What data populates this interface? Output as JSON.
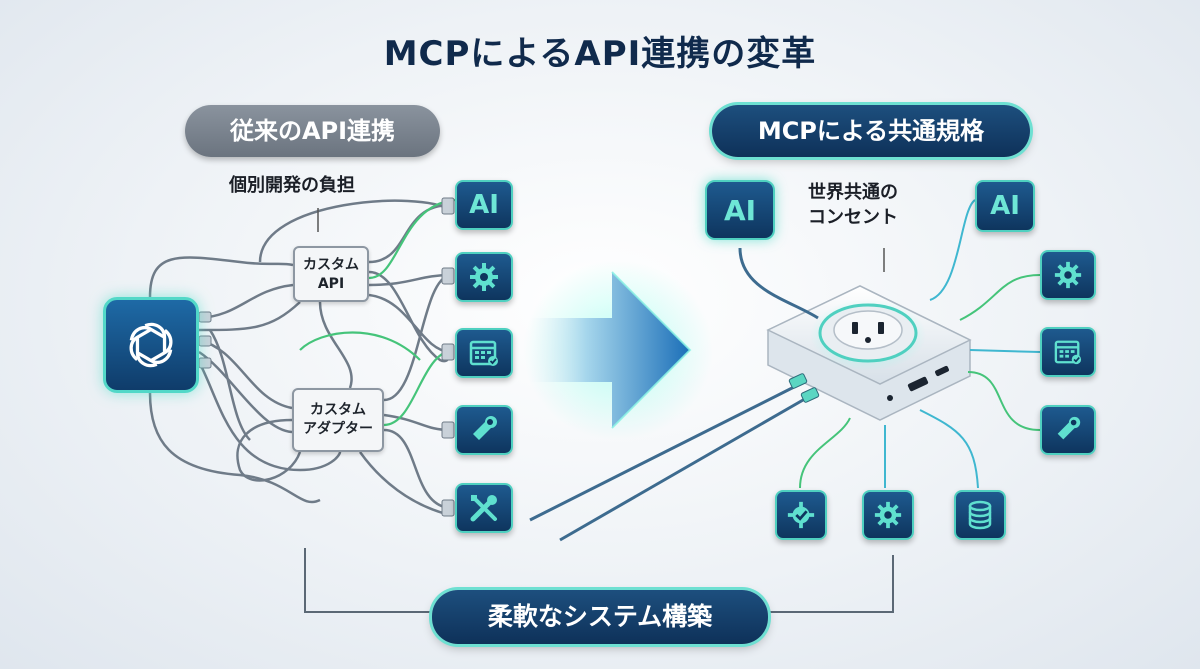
{
  "title": "MCPによるAPI連携の変革",
  "left": {
    "heading": "従来のAPI連携",
    "burden": "個別開発の負担",
    "custom_api": [
      "カスタム",
      "API"
    ],
    "custom_adapter": [
      "カスタム",
      "アダプター"
    ],
    "tiles": [
      {
        "text": "AI",
        "icon": "ai-text"
      },
      {
        "icon": "gear-icon"
      },
      {
        "icon": "calendar-icon"
      },
      {
        "icon": "wrench-icon"
      },
      {
        "icon": "tools-icon"
      }
    ],
    "hub_icon": "openai-logo"
  },
  "right": {
    "heading": "MCPによる共通規格",
    "outlet_label": [
      "世界共通の",
      "コンセント"
    ],
    "tiles_text": {
      "ai_left": "AI",
      "ai_right": "AI"
    },
    "tile_icons": [
      "gear-icon",
      "calendar-icon",
      "wrench-icon",
      "gear-check-icon",
      "gear-icon",
      "database-icon"
    ]
  },
  "bottom": {
    "label": "柔軟なシステム構築"
  },
  "colors": {
    "navy": "#0e3159",
    "teal_glow": "#4fd0c0",
    "green_wire": "#4fcf7a",
    "grey_pill": "#7a838e"
  }
}
